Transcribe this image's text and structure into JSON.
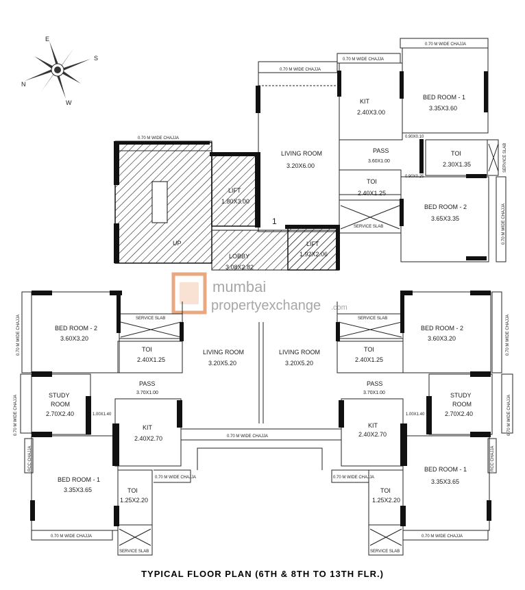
{
  "title": "TYPICAL FLOOR PLAN (6TH & 8TH TO 13TH FLR.)",
  "watermark": {
    "line1": "mumbai",
    "line2": "propertyexchange",
    "line3": ".com"
  },
  "compass": {
    "n": "N",
    "s": "S",
    "e": "E",
    "w": "W"
  },
  "core": {
    "stair_label": "UP",
    "lift_a": {
      "name": "LIFT",
      "dims": "1.80X3.00"
    },
    "lift_b": {
      "name": "LIFT",
      "dims": "1.92X2.06"
    },
    "lobby": {
      "name": "LOBBY",
      "dims": "3.08X2.82"
    },
    "marker": "1"
  },
  "top_flat": {
    "kit": {
      "name": "KIT",
      "dims": "2.40X3.00"
    },
    "bed1": {
      "name": "BED ROOM - 1",
      "dims": "3.35X3.60"
    },
    "living": {
      "name": "LIVING ROOM",
      "dims": "3.20X6.00"
    },
    "pass": {
      "name": "PASS",
      "dims": "3.60X1.00"
    },
    "toi_a": {
      "name": "TOI",
      "dims": "2.30X1.35"
    },
    "toi_b": {
      "name": "TOI",
      "dims": "2.40X1.25"
    },
    "bed2": {
      "name": "BED ROOM - 2",
      "dims": "3.65X3.35"
    },
    "door1": "0.90X0.10",
    "door2": "0.90X0.25"
  },
  "left_flat": {
    "bed2": {
      "name": "BED ROOM - 2",
      "dims": "3.60X3.20"
    },
    "toi1": {
      "name": "TOI",
      "dims": "2.40X1.25"
    },
    "living": {
      "name": "LIVING ROOM",
      "dims": "3.20X5.20"
    },
    "pass": {
      "name": "PASS",
      "dims": "3.70X1.00"
    },
    "study": {
      "line1": "STUDY",
      "line2": "ROOM",
      "dims": "2.70X2.40"
    },
    "kit": {
      "name": "KIT",
      "dims": "2.40X2.70"
    },
    "opening": "1.00X1.40",
    "bed1": {
      "name": "BED ROOM - 1",
      "dims": "3.35X3.65"
    },
    "toi2": {
      "name": "TOI",
      "dims": "1.25X2.20"
    }
  },
  "right_flat": {
    "bed2": {
      "name": "BED ROOM - 2",
      "dims": "3.60X3.20"
    },
    "toi1": {
      "name": "TOI",
      "dims": "2.40X1.25"
    },
    "living": {
      "name": "LIVING ROOM",
      "dims": "3.20X5.20"
    },
    "pass": {
      "name": "PASS",
      "dims": "3.70X1.00"
    },
    "study": {
      "line1": "STUDY",
      "line2": "ROOM",
      "dims": "2.70X2.40"
    },
    "kit": {
      "name": "KIT",
      "dims": "2.40X2.70"
    },
    "opening": "1.00X1.40",
    "bed1": {
      "name": "BED ROOM - 1",
      "dims": "3.35X3.65"
    },
    "toi2": {
      "name": "TOI",
      "dims": "1.25X2.20"
    }
  },
  "labels": {
    "chajja": "0.70 M WIDE CHAJJA",
    "service_slab": "SERVICE SLAB",
    "rcc_chajja": "RCC CHAJJA"
  }
}
